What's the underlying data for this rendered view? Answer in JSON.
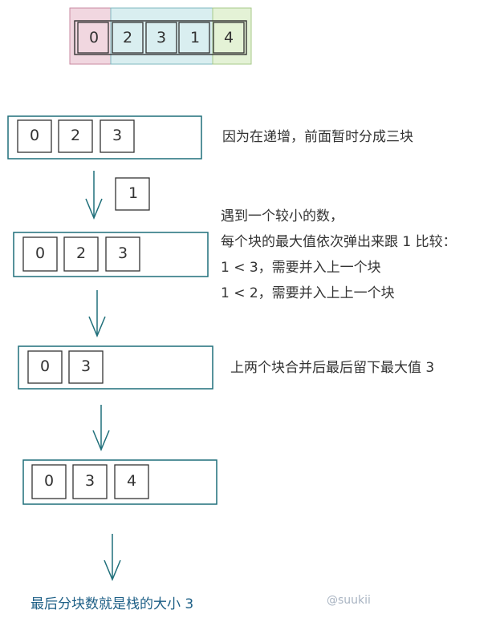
{
  "top_row": {
    "cells": [
      "0",
      "2",
      "3",
      "1",
      "4"
    ],
    "colors": {
      "group1": "#e6b7c7",
      "group2": "#bfe3e6",
      "group3": "#d9ecc4"
    }
  },
  "stack1": {
    "cells": [
      "0",
      "2",
      "3"
    ],
    "note": "因为在递增，前面暂时分成三块"
  },
  "incoming": {
    "value": "1"
  },
  "stack2": {
    "cells": [
      "0",
      "2",
      "3"
    ],
    "notes": [
      "遇到一个较小的数，",
      "每个块的最大值依次弹出来跟 1 比较：",
      "1 < 3，需要并入上一个块",
      "1 < 2，需要并入上上一个块"
    ]
  },
  "stack3": {
    "cells": [
      "0",
      "3"
    ],
    "note": "上两个块合并后最后留下最大值 3"
  },
  "stack4": {
    "cells": [
      "0",
      "3",
      "4"
    ]
  },
  "conclusion": "最后分块数就是栈的大小 3",
  "watermark": "@suukii",
  "colors": {
    "stroke": "#1f6f7a",
    "ink": "#333333",
    "caption": "#1d5f86"
  }
}
